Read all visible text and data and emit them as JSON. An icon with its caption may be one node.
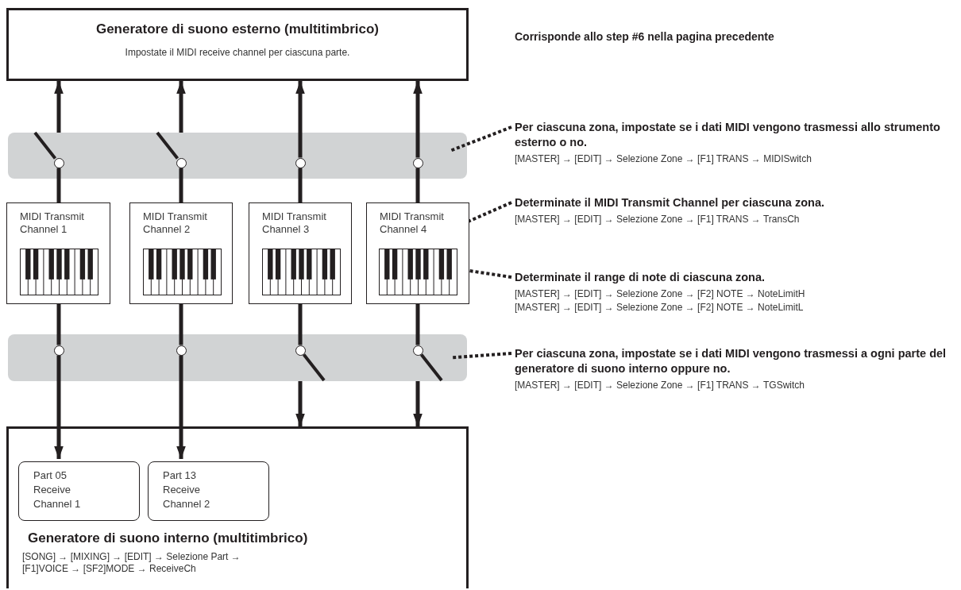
{
  "diagram": {
    "nodes": [
      {
        "text": [
          "Generatore di suono esterno (multitimbrico)",
          "Impostate il MIDI receive channel per ciascuna parte."
        ]
      },
      {
        "text": [],
        "shape": "bar"
      },
      {
        "text": [
          "MIDI Transmit Channel 1"
        ]
      },
      {
        "text": [],
        "shape": "picture",
        "in": 2
      },
      {
        "text": [
          "MIDI Transmit Channel 2"
        ]
      },
      {
        "text": [],
        "shape": "picture",
        "in": 4
      },
      {
        "text": [
          "MIDI Transmit Channel 3"
        ]
      },
      {
        "text": [],
        "shape": "picture",
        "in": 6
      },
      {
        "text": [
          "MIDI Transmit Channel 4"
        ]
      },
      {
        "text": [],
        "shape": "picture",
        "in": 8
      },
      {
        "text": [],
        "shape": "bar"
      },
      {
        "text": [
          "Generatore di suono interno (multitimbrico)",
          "[SONG] → [MIXING] → [EDIT] → Selezione Part → [F1]VOICE → [SF2]MODE → ReceiveCh"
        ]
      },
      {
        "text": [
          "Part 05 Receive Channel 1"
        ],
        "in": 11
      },
      {
        "text": [
          "Part 13 Receive Channel 2"
        ],
        "in": 11
      },
      {
        "text": [
          "Per ciascuna zona, impostate se i dati MIDI vengono trasmessi allo strumento esterno o no.",
          "[MASTER] → [EDIT] → Selezione Zone → [F1] TRANS → MIDISwitch"
        ]
      },
      {
        "text": [
          "Determinate il MIDI Transmit Channel per ciascuna zona.",
          "[MASTER] → [EDIT] → Selezione Zone → [F1] TRANS → TransCh"
        ]
      },
      {
        "text": [
          "Determinate il range di note di ciascuna zona.",
          "[MASTER] → [EDIT] → Selezione Zone → [F2] NOTE → NoteLimitH",
          "[MASTER] → [EDIT] → Selezione Zone → [F2] NOTE → NoteLimitL"
        ]
      },
      {
        "text": [
          "Per ciascuna zona, impostate se i dati MIDI vengono trasmessi a ogni parte del generatore di suono interno oppure no.",
          "[MASTER] → [EDIT] → Selezione Zone → [F1] TRANS → TGSwitch"
        ]
      },
      {
        "text": [],
        "shape": "circle",
        "in": 1
      },
      {
        "text": [],
        "shape": "circle",
        "in": 1
      },
      {
        "text": [],
        "shape": "circle",
        "in": 1
      },
      {
        "text": [],
        "shape": "circle",
        "in": 1
      },
      {
        "text": [],
        "shape": "circle",
        "in": 10
      },
      {
        "text": [],
        "shape": "circle",
        "in": 10
      },
      {
        "text": [],
        "shape": "circle",
        "in": 10
      },
      {
        "text": [],
        "shape": "circle",
        "in": 10
      }
    ],
    "edges": [
      {
        "from": 2,
        "to": 18,
        "arrow": "none"
      },
      {
        "from": 1,
        "to": 0,
        "arrow": "to"
      },
      {
        "from": 4,
        "to": 19,
        "arrow": "none"
      },
      {
        "from": 1,
        "to": 0,
        "arrow": "to"
      },
      {
        "from": 6,
        "to": 20,
        "arrow": "none"
      },
      {
        "from": 20,
        "to": 0,
        "arrow": "to"
      },
      {
        "from": 8,
        "to": 21,
        "arrow": "none"
      },
      {
        "from": 21,
        "to": 0,
        "arrow": "to"
      },
      {
        "from": 2,
        "to": 22,
        "arrow": "none"
      },
      {
        "from": 22,
        "to": 12,
        "arrow": "to"
      },
      {
        "from": 4,
        "to": 23,
        "arrow": "none"
      },
      {
        "from": 23,
        "to": 13,
        "arrow": "to"
      },
      {
        "from": 6,
        "to": 24,
        "arrow": "none"
      },
      {
        "from": 10,
        "to": 11,
        "arrow": "to"
      },
      {
        "from": 8,
        "to": 25,
        "arrow": "none"
      },
      {
        "from": 10,
        "to": 11,
        "arrow": "to"
      },
      {
        "from": 14,
        "to": 1,
        "arrow": "none",
        "style": "dashed"
      },
      {
        "from": 15,
        "to": 8,
        "arrow": "none",
        "style": "dashed"
      },
      {
        "from": 16,
        "to": 9,
        "arrow": "none",
        "style": "dashed"
      },
      {
        "from": 17,
        "to": 10,
        "arrow": "none",
        "style": "dashed"
      }
    ],
    "labels": [
      "Corrisponde allo step #6 nella pagina precedente"
    ]
  }
}
